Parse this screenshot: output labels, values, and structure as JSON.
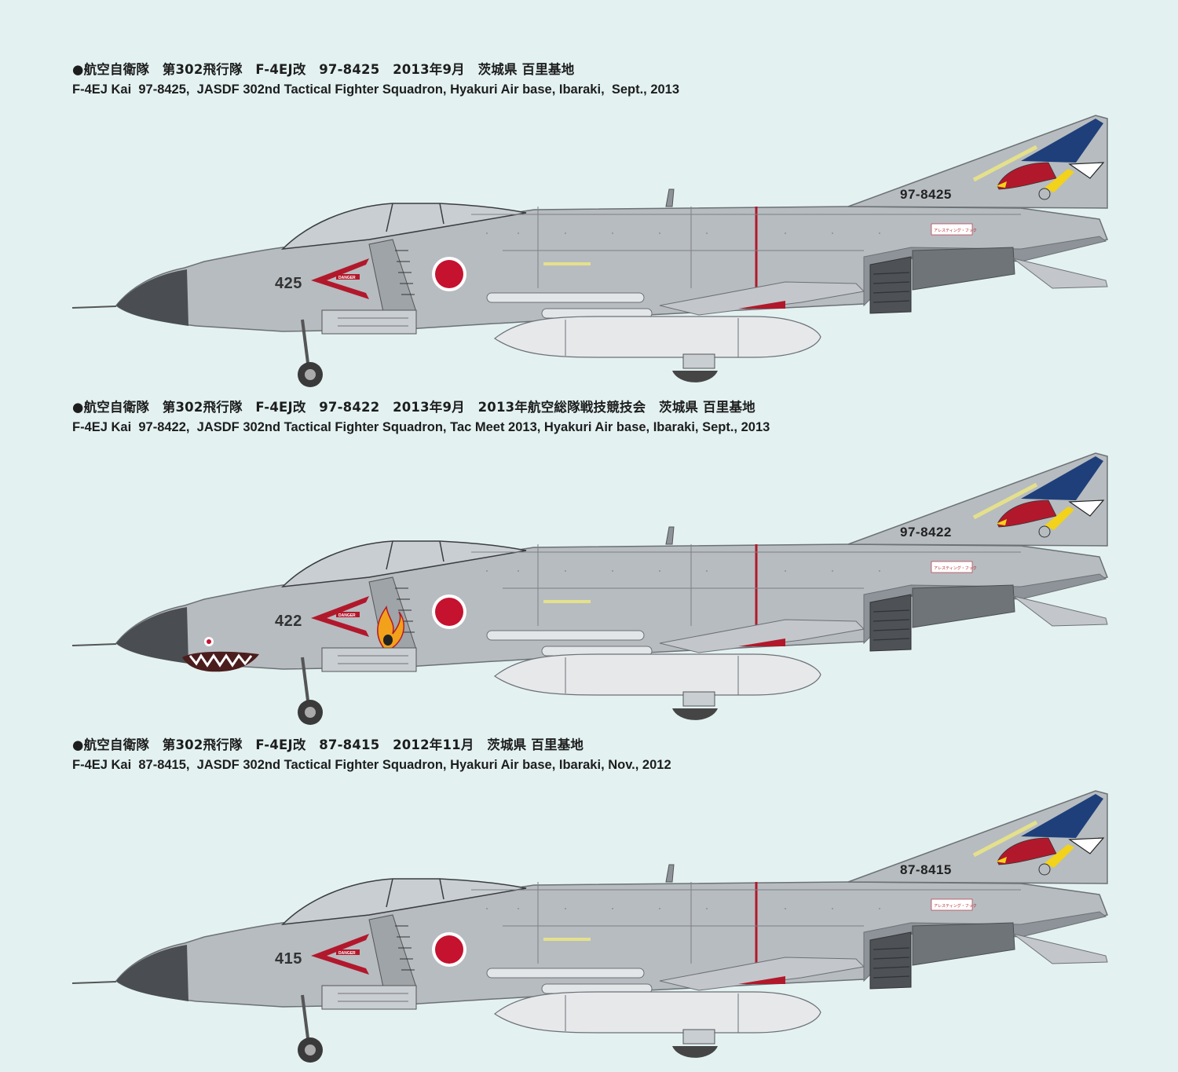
{
  "profiles": [
    {
      "caption_jp": "●航空自衛隊　第302飛行隊　F-4EJ改　97-8425　2013年9月　茨城県 百里基地",
      "caption_en": "F-4EJ Kai  97-8425,  JASDF 302nd Tactical Fighter Squadron, Hyakuri Air base, Ibaraki,  Sept., 2013",
      "tail_serial": "97-8425",
      "nose_modex": "425",
      "shark_mouth": false,
      "fire_emblem": false
    },
    {
      "caption_jp": "●航空自衛隊　第302飛行隊　F-4EJ改　97-8422　2013年9月　2013年航空総隊戦技競技会　茨城県 百里基地",
      "caption_en": "F-4EJ Kai  97-8422,  JASDF 302nd Tactical Fighter Squadron, Tac Meet 2013, Hyakuri Air base, Ibaraki, Sept., 2013",
      "tail_serial": "97-8422",
      "nose_modex": "422",
      "shark_mouth": true,
      "fire_emblem": true
    },
    {
      "caption_jp": "●航空自衛隊　第302飛行隊　F-4EJ改　87-8415　2012年11月　茨城県 百里基地",
      "caption_en": "F-4EJ Kai  87-8415,  JASDF 302nd Tactical Fighter Squadron, Hyakuri Air base, Ibaraki, Nov., 2012",
      "tail_serial": "87-8415",
      "nose_modex": "415",
      "shark_mouth": false,
      "fire_emblem": false
    }
  ],
  "stencils": {
    "danger": "DANGER",
    "arresting_hook": "アレスティング・フック"
  },
  "colors": {
    "background": "#e3f1f1",
    "fuselage": "#b7bcc0",
    "fuselage_dark": "#6f7479",
    "radome": "#4a4d51",
    "hinomaru": "#c4122f",
    "tail_blue": "#1e3f7a",
    "tail_red": "#b2182b",
    "tail_yellow": "#f2d21a",
    "tank": "#e6e8ea"
  }
}
